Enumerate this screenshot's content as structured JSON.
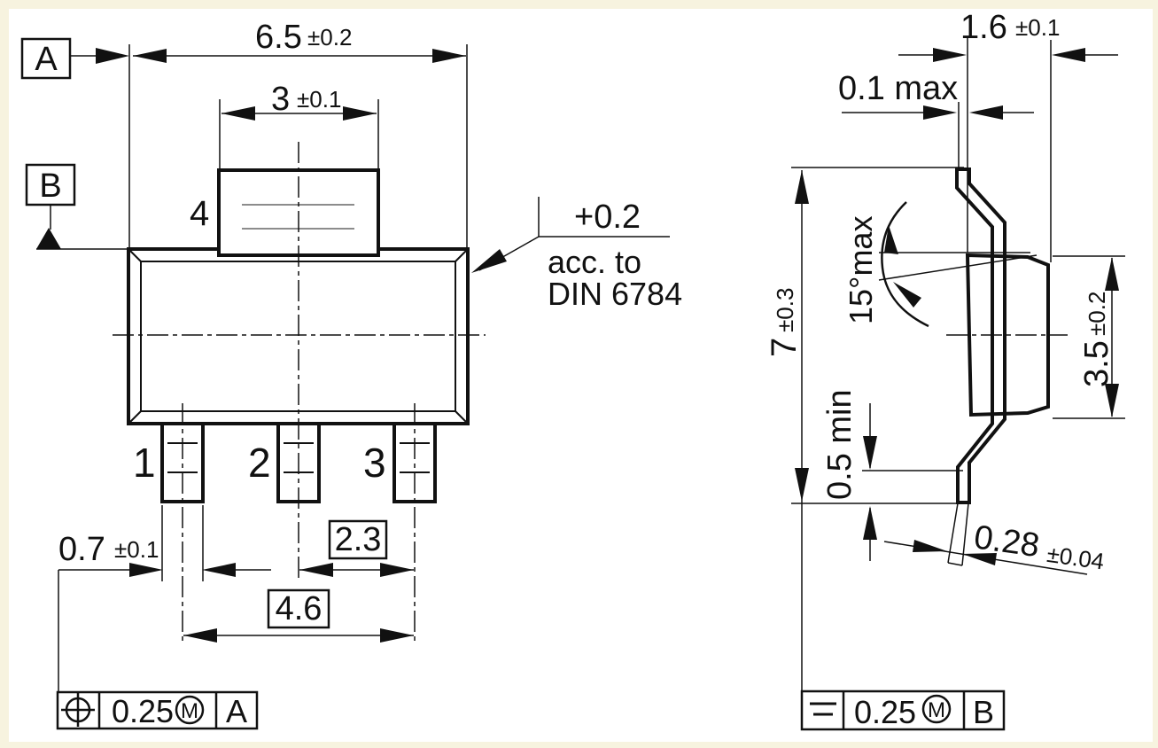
{
  "page": {
    "background_color": "#f7f3df",
    "paper_color": "#ffffff",
    "ink_color": "#111111",
    "description": "Technical package outline drawing, front view and side view"
  },
  "front_view": {
    "datum_a": "A",
    "datum_b": "B",
    "tab_label": "4",
    "pin_labels": [
      "1",
      "2",
      "3"
    ],
    "dim_overall": {
      "value": "6.5",
      "tol": "±0.2"
    },
    "dim_tab_width": {
      "value": "3",
      "tol": "±0.1"
    },
    "dim_lead_width": {
      "value": "0.7",
      "tol": "±0.1"
    },
    "dim_pitch": "2.3",
    "dim_span": "4.6",
    "mold_note": {
      "line1": "+0.2",
      "line2": "acc. to",
      "line3": "DIN 6784"
    },
    "fcf": {
      "symbol": "true-position",
      "tolerance": "0.25",
      "modifier": "M",
      "datum": "A"
    }
  },
  "side_view": {
    "dim_lead_zone": {
      "value": "1.6",
      "tol": "±0.1"
    },
    "dim_standoff": "0.1 max",
    "dim_height": {
      "value": "7",
      "tol": "±0.3"
    },
    "dim_angle": "15°max",
    "dim_body_height": {
      "value": "3.5",
      "tol": "±0.2"
    },
    "dim_foot": "0.5 min",
    "dim_lead_thickness": {
      "value": "0.28",
      "tol": "±0.04"
    },
    "fcf": {
      "symbol": "seating-plane",
      "tolerance": "0.25",
      "modifier": "M",
      "datum": "B"
    }
  }
}
